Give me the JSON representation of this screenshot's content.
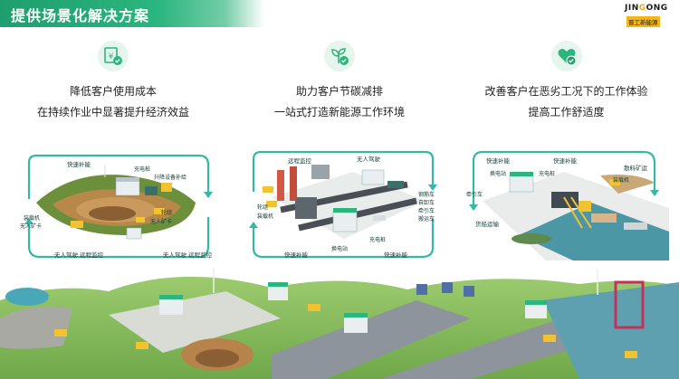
{
  "header": {
    "title": "提供场景化解决方案",
    "logo_line1_a": "JIN",
    "logo_line1_b": "G",
    "logo_line1_c": "ONG",
    "logo_line2": "晋工新能源"
  },
  "features": [
    {
      "icon": "cost-money-icon",
      "line1": "降低客户使用成本",
      "line2": "在持续作业中显著提升经济效益"
    },
    {
      "icon": "leaf-carbon-icon",
      "line1": "助力客户节碳减排",
      "line2": "一站式打造新能源工作环境"
    },
    {
      "icon": "heart-care-icon",
      "line1": "改善客户在恶劣工况下的工作体验",
      "line2": "提高工作舒适度"
    }
  ],
  "scene1": {
    "top": "快速补能",
    "charging": "充电桩",
    "lift_station": "升降设备补给",
    "loader": "装载机",
    "unmanned_truck": "无人矿卡",
    "wheeled": "轮组",
    "unmanned_truck2": "无人矿卡",
    "bottom_left": "无人驾驶",
    "bottom_left2": "远程监控",
    "bottom_right": "无人驾驶",
    "bottom_right2": "远程监控"
  },
  "scene2": {
    "remote": "远程监控",
    "unmanned": "无人驾驶",
    "wheeled": "轮组",
    "loader": "装载机",
    "v1": "钢筋车",
    "v2": "自卸车",
    "v3": "牵引车",
    "v4": "搬运车",
    "swap": "换电站",
    "charging": "充电桩",
    "fast1": "快速补能",
    "fast2": "快速补能"
  },
  "scene3": {
    "fast1": "快速补能",
    "fast2": "快速补能",
    "swap": "换电站",
    "charging": "充电桩",
    "tractor": "牵引车",
    "cargo": "货船运输",
    "ore": "散料矿运",
    "loader": "装载机"
  },
  "colors": {
    "green": "#2bb57f",
    "teal": "#35b8a6",
    "dark": "#222222"
  }
}
